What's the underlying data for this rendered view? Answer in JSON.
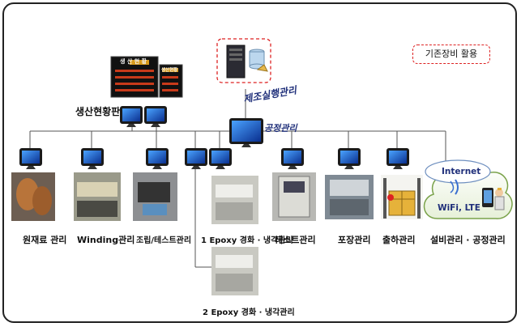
{
  "legend": {
    "label": "기존장비 활용"
  },
  "server": {
    "label": "제조실행관리"
  },
  "hub": {
    "label": "공정관리"
  },
  "board": {
    "label": "생산현황판",
    "title": "생 산 현 황",
    "panel_title_2": "생산현황",
    "rows": [
      "LINE",
      "LINE",
      "LINE",
      "LINE"
    ]
  },
  "stations": [
    {
      "label": "원재료 관리"
    },
    {
      "label": "Winding관리"
    },
    {
      "label": "조립/테스트관리"
    },
    {
      "label": "1 Epoxy 경화 · 냉각관리"
    },
    {
      "label": "2 Epoxy 경화 · 냉각관리"
    },
    {
      "label": "테스트관리"
    },
    {
      "label": "포장관리"
    },
    {
      "label": "출하관리"
    },
    {
      "label": "설비관리 · 공정관리"
    }
  ],
  "cloud": {
    "internet": "Internet",
    "wifi": "WiFi, LTE"
  },
  "colors": {
    "line": "#555555",
    "label_blue": "#1f2f7a",
    "dashed_red": "#dd2222"
  }
}
